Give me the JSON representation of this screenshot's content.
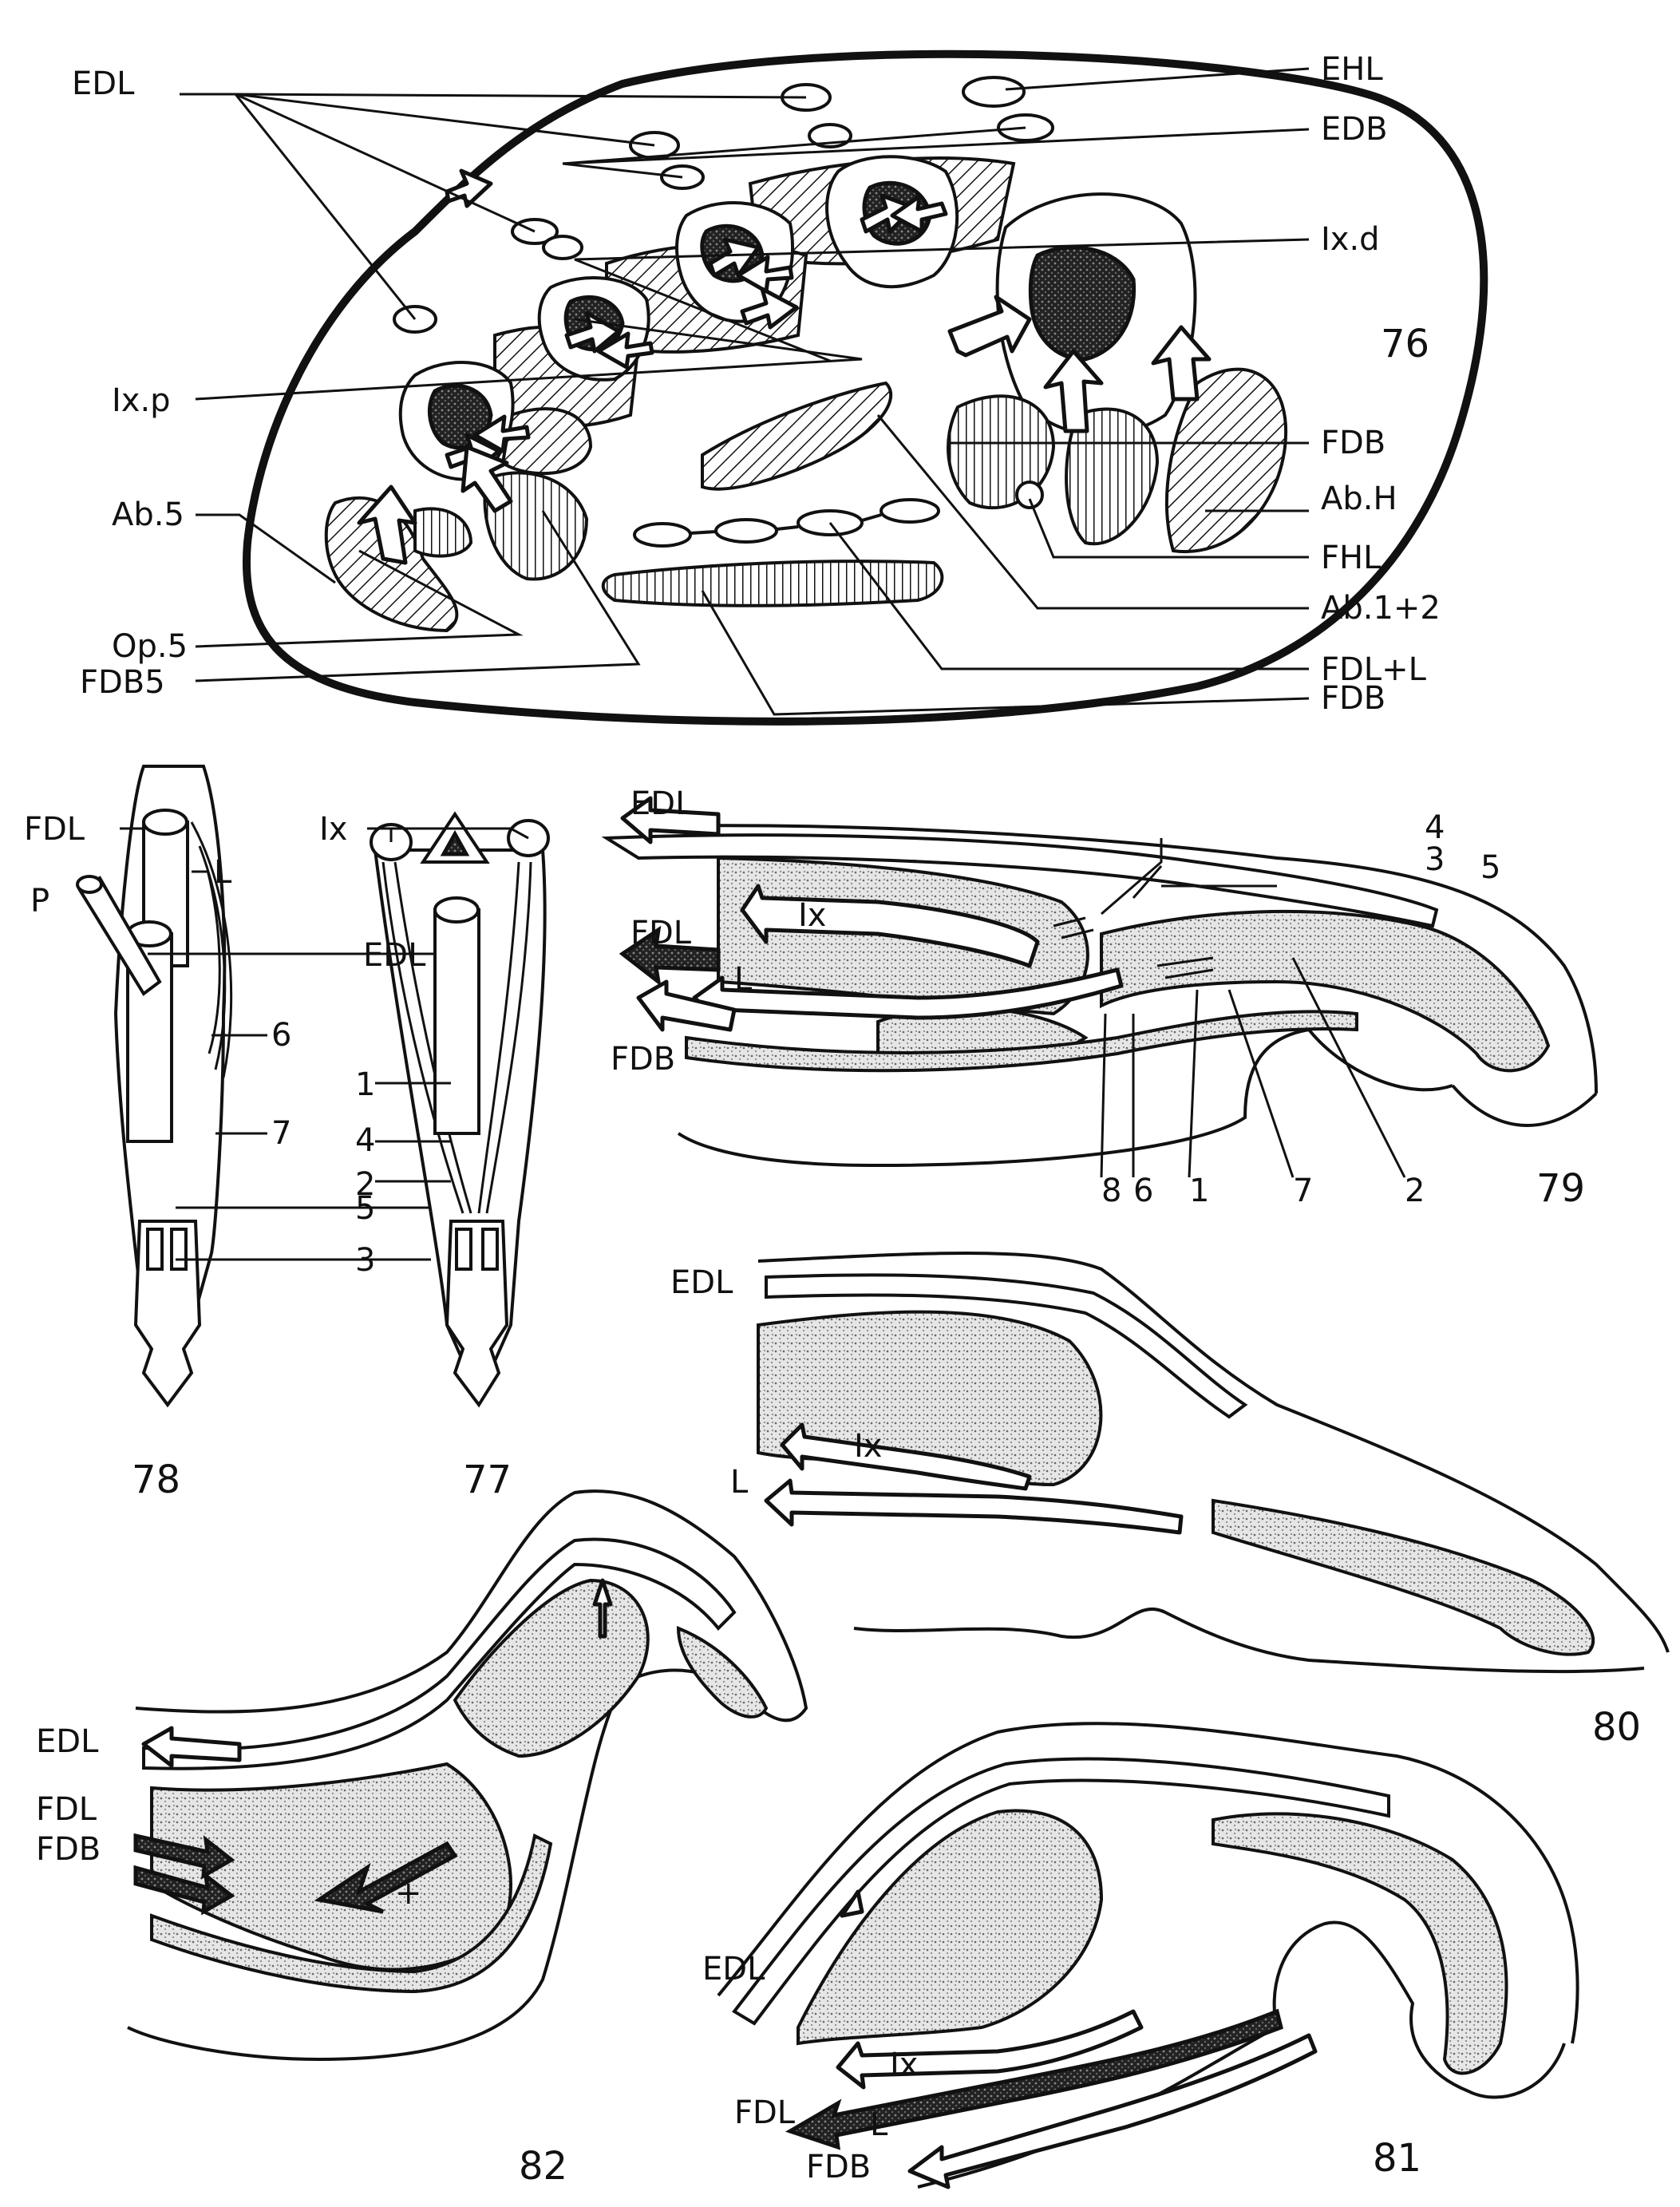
{
  "figure76": {
    "number": "76",
    "labels": {
      "edl": "EDL",
      "ehl": "EHL",
      "edb": "EDB",
      "ixd": "Ix.d",
      "ixp": "Ix.p",
      "fdb_right": "FDB",
      "abh": "Ab.H",
      "ab5": "Ab.5",
      "fhl": "FHL",
      "ab12": "Ab.1+2",
      "op5": "Op.5",
      "fdll": "FDL+L",
      "fdb5": "FDB5",
      "fdb_bottom": "FDB"
    }
  },
  "figure77": {
    "number": "77",
    "labels": {
      "ix": "Ix",
      "n1": "1",
      "n4": "4",
      "n2": "2",
      "n5": "5",
      "n3": "3"
    }
  },
  "figure78": {
    "number": "78",
    "labels": {
      "fdl": "FDL",
      "l": "L",
      "p": "P",
      "edl": "EDL",
      "n6": "6",
      "n7": "7"
    }
  },
  "figure79": {
    "number": "79",
    "labels": {
      "edl": "EDL",
      "fdl": "FDL",
      "l": "L",
      "fdb": "FDB",
      "ix": "Ix",
      "n4": "4",
      "n3": "3",
      "n5": "5",
      "n8": "8",
      "n6": "6",
      "n1": "1",
      "n7": "7",
      "n2": "2"
    }
  },
  "figure80": {
    "number": "80",
    "labels": {
      "edl": "EDL",
      "ix": "Ix",
      "l": "L"
    }
  },
  "figure81": {
    "number": "81",
    "labels": {
      "edl": "EDL",
      "ix": "Ix",
      "fdl": "FDL",
      "l": "L",
      "fdb": "FDB"
    }
  },
  "figure82": {
    "number": "82",
    "labels": {
      "edl": "EDL",
      "fdl": "FDL",
      "fdb": "FDB",
      "plus": "+"
    }
  }
}
